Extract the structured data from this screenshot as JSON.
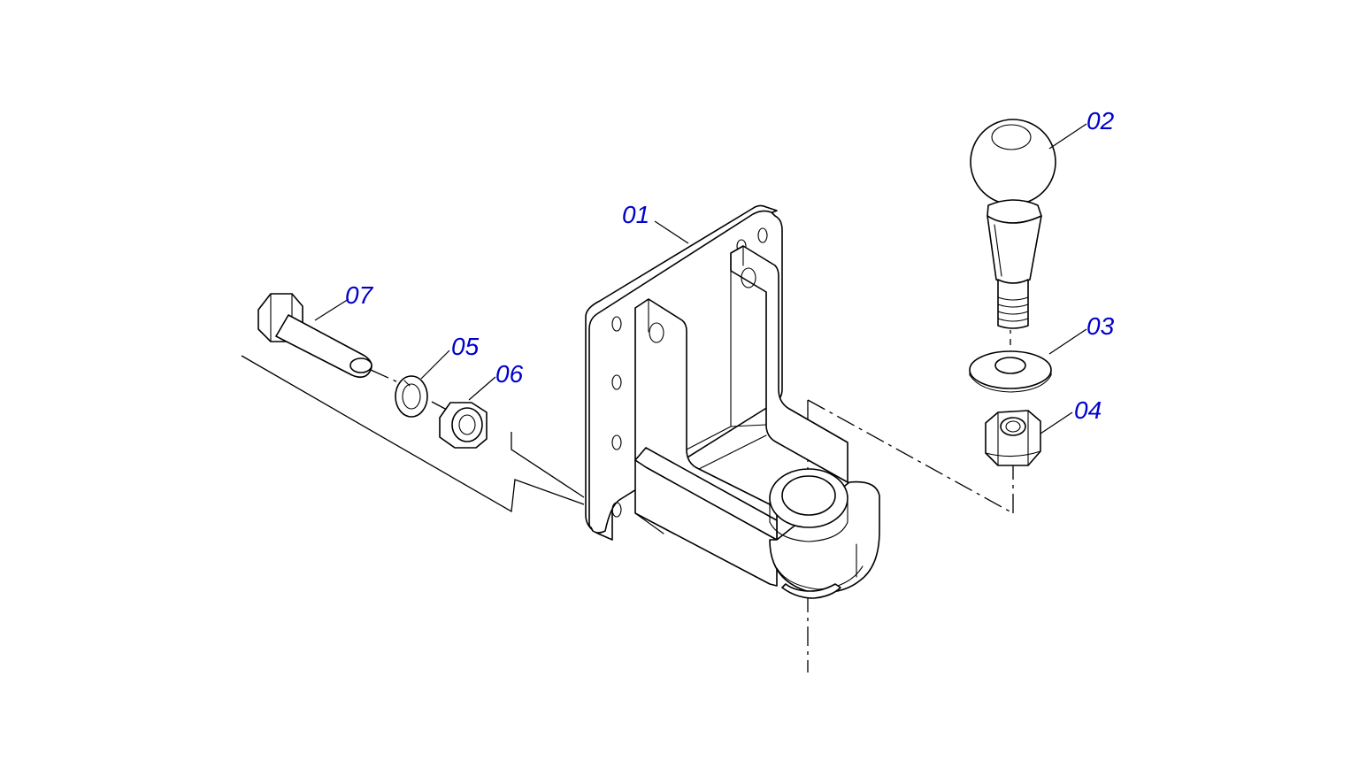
{
  "labels": {
    "p01": "01",
    "p02": "02",
    "p03": "03",
    "p04": "04",
    "p05": "05",
    "p06": "06",
    "p07": "07"
  },
  "colors": {
    "label": "#0000cc",
    "lines": "#000000",
    "background": "#ffffff"
  }
}
